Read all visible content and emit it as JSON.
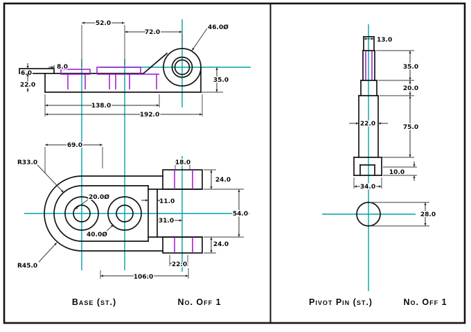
{
  "colors": {
    "object_line": "#141414",
    "centerline_teal": "#00a2a6",
    "hidden_line_purple": "#9c14cf",
    "dimension_line": "#2b2b2b",
    "background": "#ffffff"
  },
  "left_panel": {
    "title": "Base (st.)",
    "qty": "No. Off 1",
    "side_view_dims": {
      "d52": "52.0",
      "d72": "72.0",
      "d46": "46.0Ø",
      "d6": "6.0",
      "d8": "8.0",
      "d22": "22.0",
      "d35": "35.0",
      "d138": "138.0",
      "d192": "192.0"
    },
    "plan_view_dims": {
      "d69": "69.0",
      "r33": "R33.0",
      "r45": "R45.0",
      "d20": "20.0Ø",
      "d40": "40.0Ø",
      "d18": "18.0",
      "d24_top": "24.0",
      "d11": "11.0",
      "d31": "31.0",
      "d54": "54.0",
      "d24_bottom": "24.0",
      "d22": "22.0",
      "d106": "106.0"
    }
  },
  "right_panel": {
    "title": "Pivot Pin (st.)",
    "qty": "No. Off 1",
    "dims": {
      "d13": "13.0",
      "d35": "35.0",
      "d20": "20.0",
      "d22": "22.0",
      "d75": "75.0",
      "d10": "10.0",
      "d34": "34.0",
      "d28": "28.0"
    }
  }
}
